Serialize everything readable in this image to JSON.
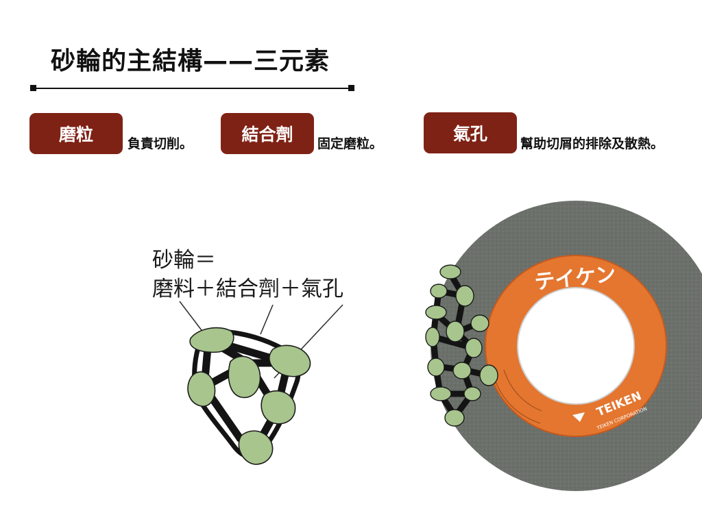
{
  "title": "砂輪的主結構——三元素",
  "elements": [
    {
      "label": "磨粒",
      "description": "負責切削。"
    },
    {
      "label": "結合劑",
      "description": "固定磨粒。"
    },
    {
      "label": "氣孔",
      "description": "幫助切屑的排除及散熱。"
    }
  ],
  "formula": {
    "line1": "砂輪＝",
    "line2": "磨料＋結合劑＋氣孔"
  },
  "wheel": {
    "label_top": "テイケン",
    "brand": "TEIKEN",
    "brand_sub": "TEIKEN CORPORATION"
  },
  "colors": {
    "badge": "#7f2216",
    "grain": "#a7c58d",
    "wheel_stone": "#6b706b",
    "wheel_label": "#e4762f"
  }
}
